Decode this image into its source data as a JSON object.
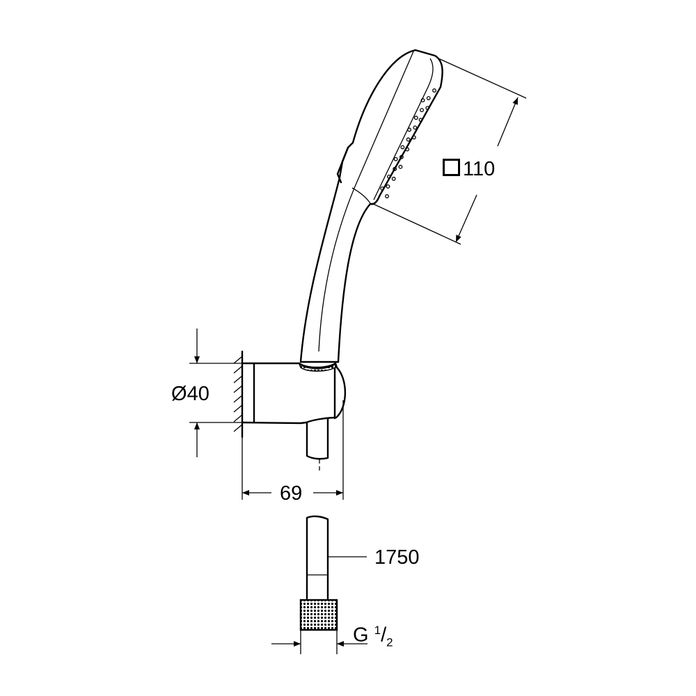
{
  "title": "Hand shower with wall holder and hose - dimension drawing",
  "dimensions": {
    "spray_face": {
      "symbol": "square",
      "value": "110"
    },
    "holder_diameter": {
      "symbol": "Ø",
      "value": "40"
    },
    "holder_depth": {
      "value": "69"
    },
    "hose_length": {
      "value": "1750"
    },
    "connection": {
      "prefix": "G",
      "numerator": "1",
      "denominator": "2"
    }
  }
}
